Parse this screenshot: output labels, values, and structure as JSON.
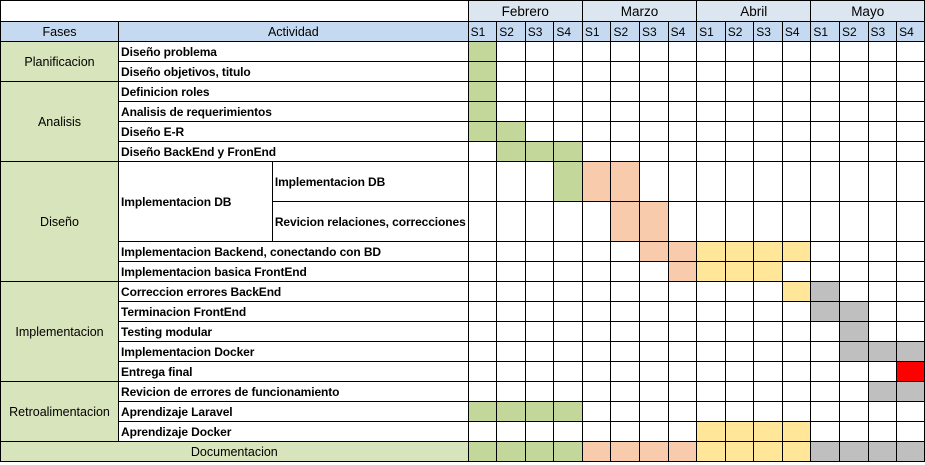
{
  "header": {
    "fases_label": "Fases",
    "actividad_label": "Actividad",
    "months": [
      "Febrero",
      "Marzo",
      "Abril",
      "Mayo"
    ],
    "weeks": [
      "S1",
      "S2",
      "S3",
      "S4"
    ]
  },
  "phases": [
    "Planificacion",
    "Analisis",
    "Diseño",
    "Implementacion",
    "Retroalimentacion"
  ],
  "activities": [
    "Diseño problema",
    "Diseño objetivos, titulo",
    "Definicion roles",
    "Analisis de requerimientos",
    "Diseño E-R",
    "Diseño BackEnd y FronEnd",
    "Implementacion DB",
    "Implementacion DB",
    "Revicion relaciones, correcciones",
    "Implementacion Backend, conectando con BD",
    "Implementacion basica FrontEnd",
    "Correccion errores BackEnd",
    "Terminacion FrontEnd",
    "Testing modular",
    "Implementacion Docker",
    "Entrega final",
    "Revicion de errores de funcionamiento",
    "Aprendizaje Laravel",
    "Aprendizaje Docker"
  ],
  "documentacion_label": "Documentacion",
  "colors": {
    "green": "#c4d79b",
    "peach": "#f8cbad",
    "yellow": "#ffe699",
    "gray": "#bfbfbf",
    "red": "#ff0000",
    "header_blue": "#c5d9f1",
    "phase_green": "#d8e4bc"
  },
  "schedule": [
    {
      "activity": "Diseño problema",
      "cells": {
        "0": "green"
      }
    },
    {
      "activity": "Diseño objetivos, titulo",
      "cells": {
        "0": "green"
      }
    },
    {
      "activity": "Definicion roles",
      "cells": {
        "0": "green"
      }
    },
    {
      "activity": "Analisis de requerimientos",
      "cells": {
        "0": "green"
      }
    },
    {
      "activity": "Diseño E-R",
      "cells": {
        "0": "green",
        "1": "green"
      }
    },
    {
      "activity": "Diseño BackEnd y FronEnd",
      "cells": {
        "1": "green",
        "2": "green",
        "3": "green"
      }
    },
    {
      "activity": "Implementacion DB / Implementacion DB",
      "cells": {
        "3": "green",
        "4": "peach",
        "5": "peach"
      }
    },
    {
      "activity": "Implementacion DB / Revicion relaciones, correcciones",
      "cells": {
        "5": "peach",
        "6": "peach"
      }
    },
    {
      "activity": "Implementacion Backend, conectando con BD",
      "cells": {
        "6": "peach",
        "7": "peach",
        "8": "yellow",
        "9": "yellow",
        "10": "yellow",
        "11": "yellow"
      }
    },
    {
      "activity": "Implementacion basica FrontEnd",
      "cells": {
        "7": "peach",
        "8": "yellow",
        "9": "yellow",
        "10": "yellow"
      }
    },
    {
      "activity": "Correccion errores BackEnd",
      "cells": {
        "11": "yellow",
        "12": "gray"
      }
    },
    {
      "activity": "Terminacion FrontEnd",
      "cells": {
        "12": "gray",
        "13": "gray"
      }
    },
    {
      "activity": "Testing modular",
      "cells": {
        "13": "gray"
      }
    },
    {
      "activity": "Implementacion Docker",
      "cells": {
        "13": "gray",
        "14": "gray",
        "15": "gray"
      }
    },
    {
      "activity": "Entrega final",
      "cells": {
        "15": "red"
      }
    },
    {
      "activity": "Revicion de errores de funcionamiento",
      "cells": {
        "14": "gray",
        "15": "gray"
      }
    },
    {
      "activity": "Aprendizaje Laravel",
      "cells": {
        "0": "green",
        "1": "green",
        "2": "green",
        "3": "green"
      }
    },
    {
      "activity": "Aprendizaje Docker",
      "cells": {
        "8": "yellow",
        "9": "yellow",
        "10": "yellow",
        "11": "yellow"
      }
    },
    {
      "activity": "Documentacion",
      "cells": {
        "0": "green",
        "1": "green",
        "2": "green",
        "3": "green",
        "4": "peach",
        "5": "peach",
        "6": "peach",
        "7": "peach",
        "8": "yellow",
        "9": "yellow",
        "10": "yellow",
        "11": "yellow",
        "12": "gray",
        "13": "gray",
        "14": "gray",
        "15": "gray"
      }
    }
  ]
}
